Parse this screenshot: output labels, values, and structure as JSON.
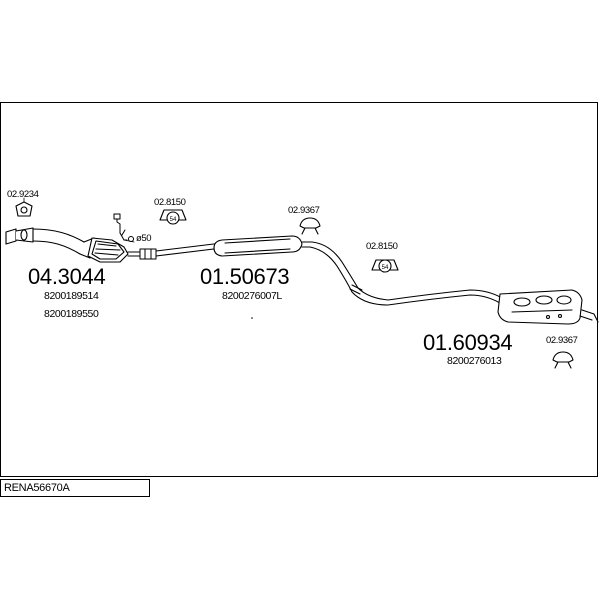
{
  "parts": [
    {
      "code": "04.3044",
      "oem": [
        "8200189514",
        "8200189550"
      ]
    },
    {
      "code": "01.50673",
      "oem": [
        "8200276007L"
      ]
    },
    {
      "code": "01.60934",
      "oem": [
        "8200276013"
      ]
    }
  ],
  "accessories": [
    "02.9234",
    "02.8150",
    "02.9367",
    "02.8150",
    "02.9367"
  ],
  "pipe_diameter": "ø50",
  "hanger_mark": "54",
  "reference": "RENA56670A"
}
